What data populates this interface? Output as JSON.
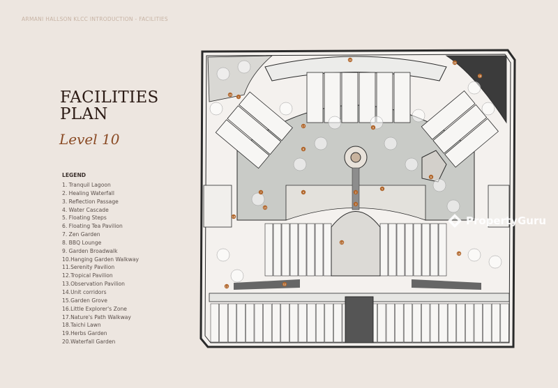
{
  "header": {
    "breadcrumb": "ARMANI HALLSON KLCC INTRODUCTION - FACILITIES"
  },
  "title": {
    "line1": "FACILITIES",
    "line2": "PLAN",
    "level": "Level 10"
  },
  "legend": {
    "heading": "LEGEND",
    "items": [
      "1.  Tranquil Lagoon",
      "2.  Healing Waterfall",
      "3.  Reflection Passage",
      "4.  Water Cascade",
      "5.  Floating Steps",
      "6.  Floating Tea Pavilion",
      "7.  Zen Garden",
      "8.  BBQ Lounge",
      "9.  Garden Broadwalk",
      "10.Hanging Garden Walkway",
      "11.Serenity Pavilion",
      "12.Tropical Pavilion",
      "13.Observation Pavilion",
      "14.Unit corridors",
      "15.Garden Grove",
      "16.Little Explorer's Zone",
      "17.Nature's Path Walkway",
      "18.Taichi Lawn",
      "19.Herbs Garden",
      "20.Waterfall Garden"
    ]
  },
  "watermark": {
    "text": "PropertyGuru"
  },
  "colors": {
    "background": "#ede6e0",
    "accent": "#8a4a24",
    "marker": "#b0652a",
    "plan_line": "#2a2a2a",
    "garden": "#c9cbc7"
  }
}
